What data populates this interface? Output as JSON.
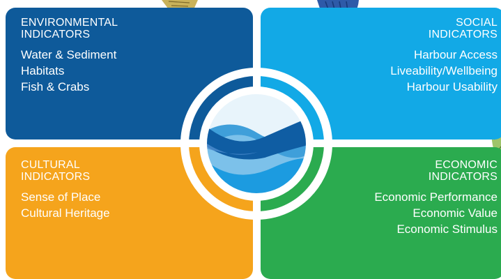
{
  "quadrants": {
    "environmental": {
      "heading_line1": "ENVIRONMENTAL",
      "heading_line2": "INDICATORS",
      "items": [
        "Water & Sediment",
        "Habitats",
        "Fish & Crabs"
      ],
      "color": "#0e5a9a"
    },
    "social": {
      "heading_line1": "SOCIAL",
      "heading_line2": "INDICATORS",
      "items": [
        "Harbour Access",
        "Liveability/Wellbeing",
        "Harbour Usability"
      ],
      "color": "#12a9e6"
    },
    "cultural": {
      "heading_line1": "CULTURAL",
      "heading_line2": "INDICATORS",
      "items": [
        "Sense of Place",
        "Cultural Heritage"
      ],
      "color": "#f5a41c"
    },
    "economic": {
      "heading_line1": "ECONOMIC",
      "heading_line2": "INDICATORS",
      "items": [
        "Economic Performance",
        "Economic Value",
        "Economic Stimulus"
      ],
      "color": "#2bab4f"
    }
  },
  "center_emblem": {
    "icon": "water-waves-emblem-icon"
  },
  "decorations": {
    "fish_fins": [
      "fish-fin-left-icon",
      "fish-fin-right-icon",
      "fish-fin-edge-icon"
    ]
  }
}
